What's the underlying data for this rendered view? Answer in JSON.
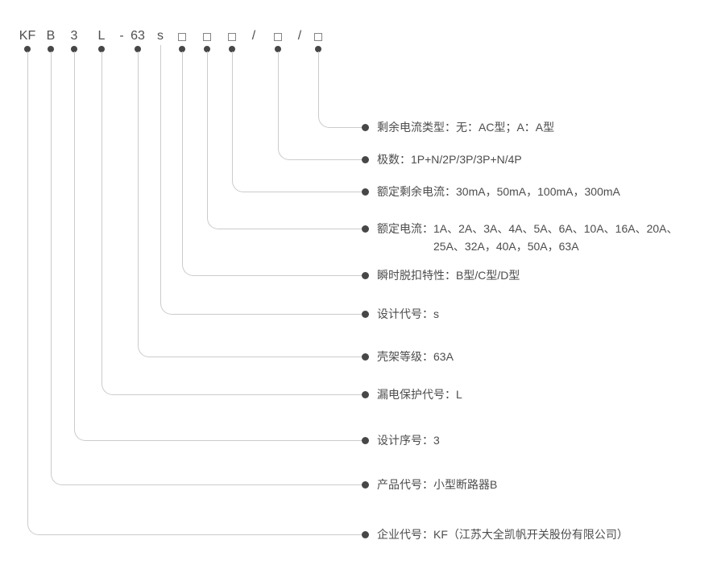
{
  "diagram": {
    "type": "product-model-designation",
    "colors": {
      "background": "#ffffff",
      "connector_line": "#cbcbcb",
      "dot": "#474747",
      "text": "#4d4d4d"
    }
  },
  "code": {
    "full": "KF B 3 L - 63 s □ □ □ / □ / □",
    "segments": [
      {
        "text": "KF",
        "type": "text",
        "dot": true
      },
      {
        "text": "B",
        "type": "text",
        "dot": true
      },
      {
        "text": "3",
        "type": "text",
        "dot": true
      },
      {
        "text": "L",
        "type": "text",
        "dot": true
      },
      {
        "text": "-",
        "type": "separator",
        "dot": false
      },
      {
        "text": "63",
        "type": "text",
        "dot": true
      },
      {
        "text": "s",
        "type": "text",
        "dot": false
      },
      {
        "symbol": "□",
        "type": "box",
        "dot": true
      },
      {
        "symbol": "□",
        "type": "box",
        "dot": true
      },
      {
        "symbol": "□",
        "type": "box",
        "dot": true
      },
      {
        "text": "/",
        "type": "separator",
        "dot": false
      },
      {
        "symbol": "□",
        "type": "box",
        "dot": true
      },
      {
        "text": "/",
        "type": "separator",
        "dot": false
      },
      {
        "symbol": "□",
        "type": "box",
        "dot": true
      }
    ]
  },
  "legend": [
    {
      "text": "剩余电流类型：无：AC型；A：A型"
    },
    {
      "text": "极数：1P+N/2P/3P/3P+N/4P"
    },
    {
      "text": "额定剩余电流：30mA，50mA，100mA，300mA"
    },
    {
      "line1": "额定电流：1A、2A、3A、4A、5A、6A、10A、16A、20A、",
      "line2": "25A、32A，40A，50A，63A"
    },
    {
      "text": "瞬时脱扣特性：B型/C型/D型"
    },
    {
      "text": "设计代号：s"
    },
    {
      "text": "壳架等级：63A"
    },
    {
      "text": "漏电保护代号：L"
    },
    {
      "text": "设计序号：3"
    },
    {
      "text": "产品代号：小型断路器B"
    },
    {
      "text": "企业代号：KF（江苏大全凯帆开关股份有限公司）"
    }
  ]
}
